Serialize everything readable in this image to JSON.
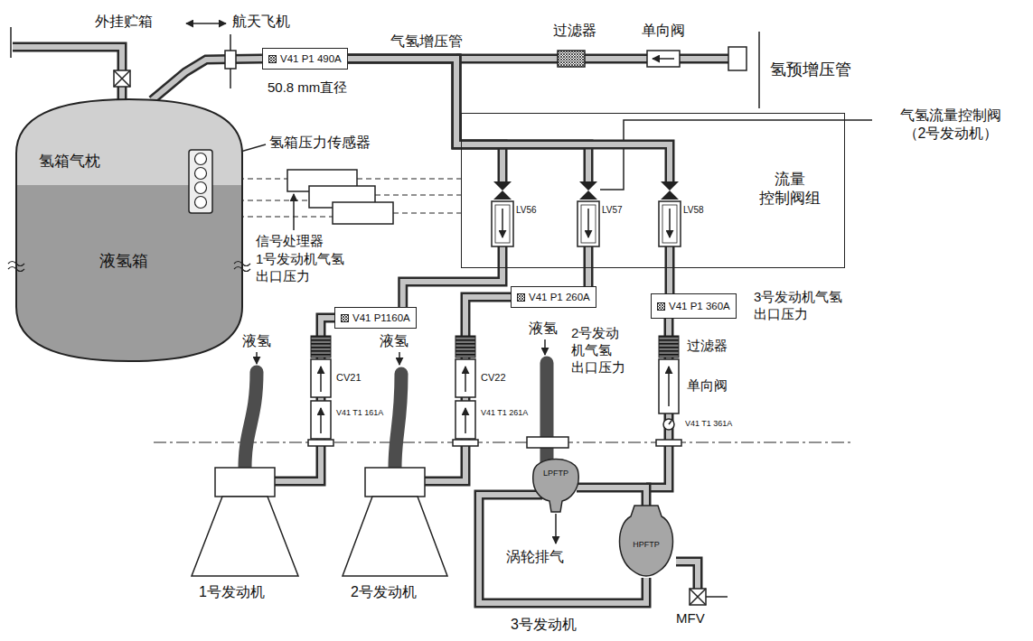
{
  "diagram": {
    "nodes": [
      {
        "text": [
          "氢箱气枕",
          "液氢箱"
        ]
      },
      {
        "text": [
          "V41 P1 490A"
        ]
      },
      {
        "text": [
          "流量 控制阀组"
        ]
      },
      {
        "text": [
          "LV56"
        ],
        "in": 2
      },
      {
        "text": [
          "LV57"
        ],
        "in": 2
      },
      {
        "text": [
          "LV58"
        ],
        "in": 2
      },
      {
        "text": [
          "V41 P1160A"
        ]
      },
      {
        "text": [
          "V41 P1 260A"
        ]
      },
      {
        "text": [
          "V41 P1 360A"
        ]
      },
      {
        "text": [
          "LPFTP"
        ]
      },
      {
        "text": [
          "HPFTP"
        ]
      }
    ],
    "edges": [
      {
        "from": 0,
        "to": 1,
        "arrow": "none"
      },
      {
        "from": 1,
        "to": 3,
        "arrow": "none"
      },
      {
        "from": 1,
        "to": 4,
        "arrow": "none"
      },
      {
        "from": 1,
        "to": 5,
        "arrow": "none"
      },
      {
        "from": 6,
        "to": 3,
        "arrow": "none"
      },
      {
        "from": 7,
        "to": 4,
        "arrow": "none"
      },
      {
        "from": 8,
        "to": 5,
        "arrow": "none"
      },
      {
        "from": 9,
        "to": 10,
        "arrow": "none"
      }
    ],
    "labels": [
      "外挂贮箱",
      "航天飞机",
      "气氢增压管",
      "过滤器",
      "单向阀",
      "氢预增压管",
      "50.8 mm直径",
      "氢箱压力传感器",
      "气氢流量控制阀 （2号发动机）",
      "信号处理器",
      "1号发动机气氢 出口压力",
      "液氢",
      "液氢",
      "CV21",
      "V41 T1 161A",
      "液氢",
      "CV22",
      "V41 T1 261A",
      "2号发动 机气氢 出口压力",
      "3号发动机气氢 出口压力",
      "过滤器",
      "单向阀",
      "V41 T1 361A",
      "涡轮排气",
      "1号发动机",
      "2号发动机",
      "3号发动机",
      "MFV"
    ]
  }
}
